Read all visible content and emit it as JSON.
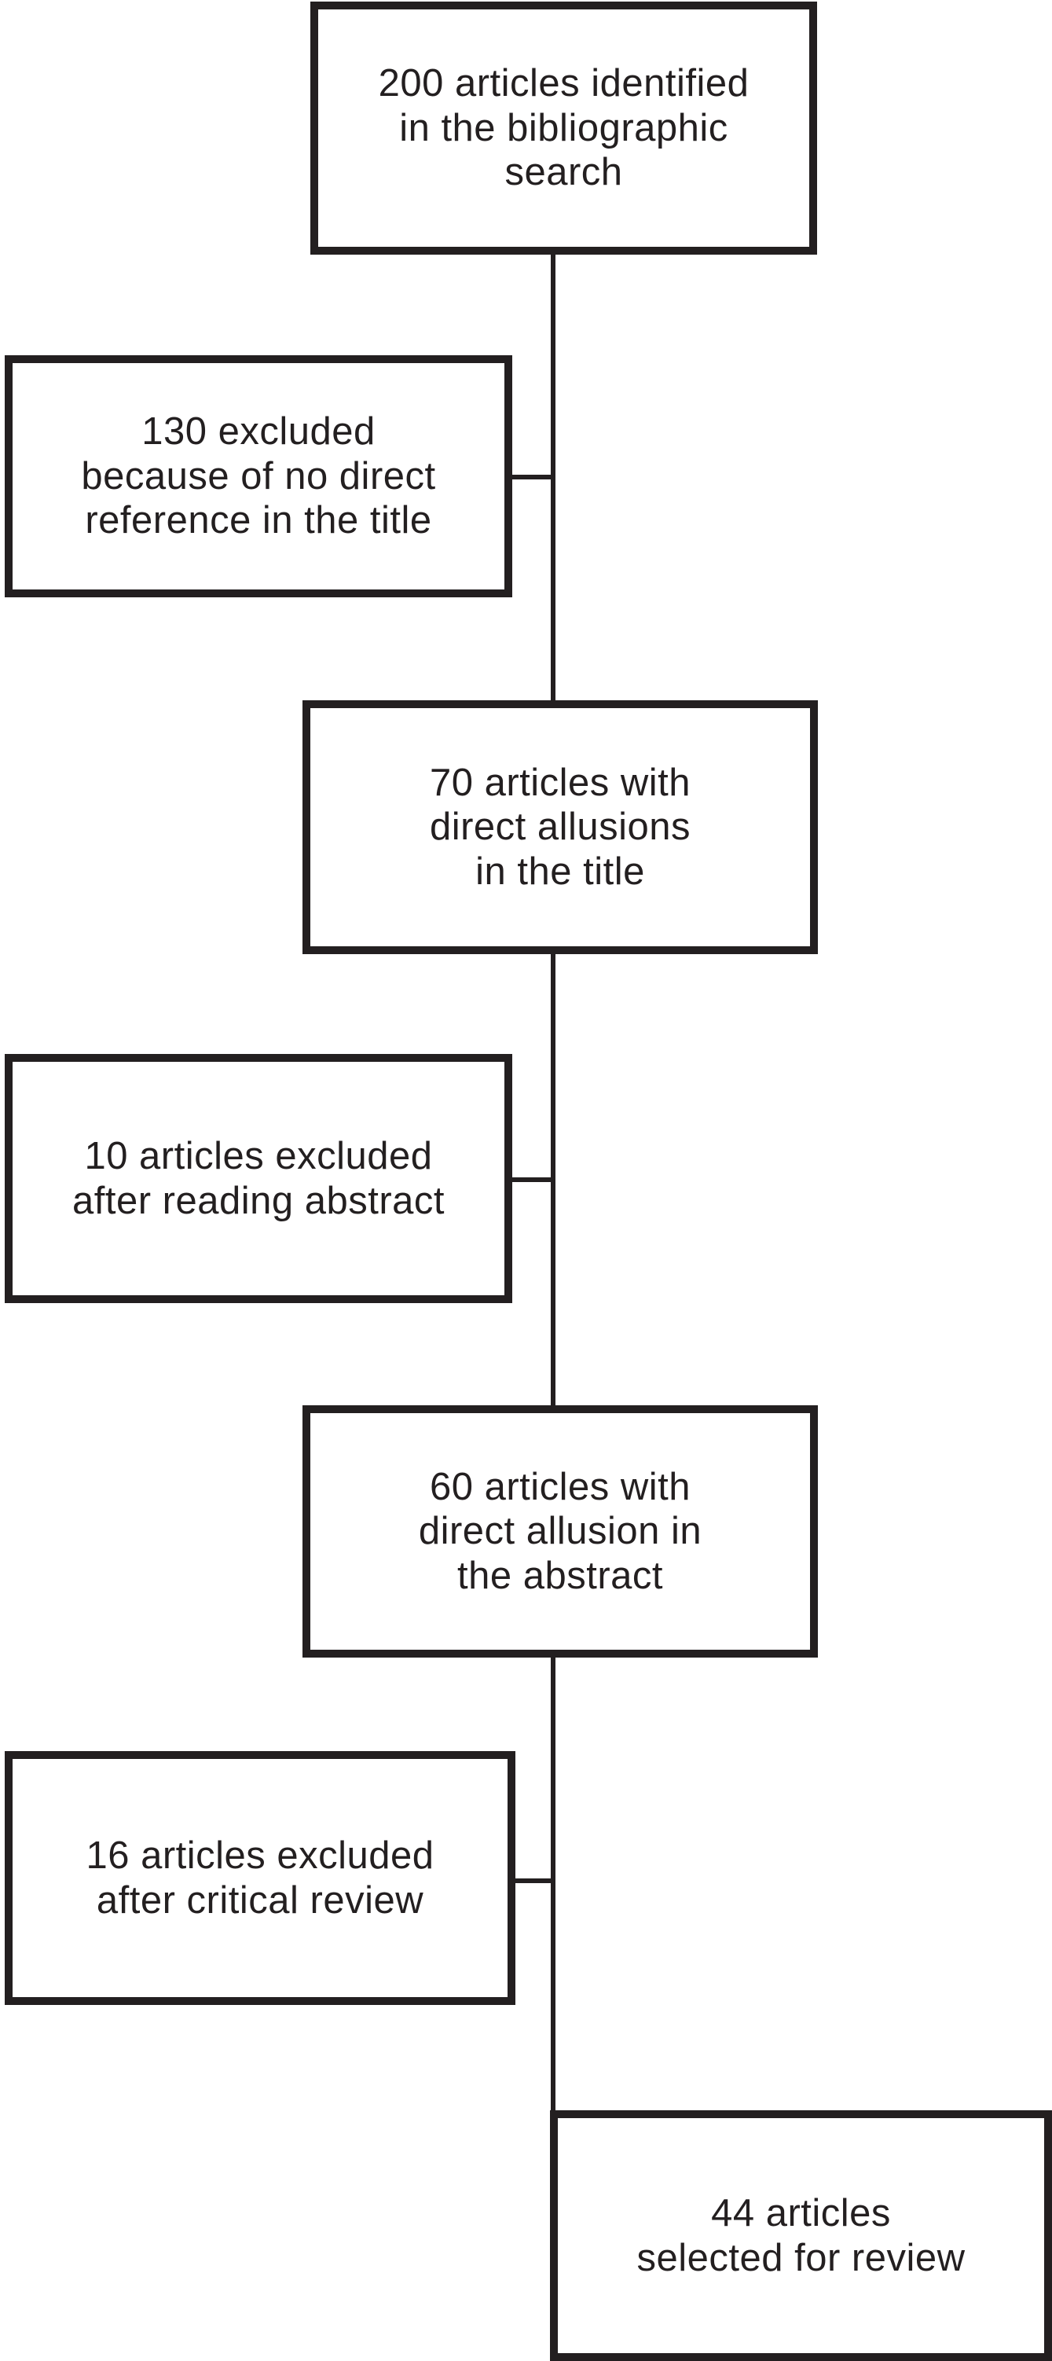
{
  "figure": {
    "type": "flowchart",
    "description": "Article selection flow diagram",
    "colors": {
      "background": "#ffffff",
      "line": "#231f20",
      "text": "#231f20"
    },
    "nodes": [
      {
        "id": "identified",
        "label": "200 articles identified\nin the bibliographic\nsearch"
      },
      {
        "id": "excluded-title",
        "label": "130 excluded\nbecause of no direct\nreference in the title"
      },
      {
        "id": "title-allusions",
        "label": "70 articles with\ndirect allusions\nin the title"
      },
      {
        "id": "excluded-abstract",
        "label": "10 articles excluded\nafter reading abstract"
      },
      {
        "id": "abstract-allusion",
        "label": "60 articles with\ndirect allusion in\nthe abstract"
      },
      {
        "id": "excluded-review",
        "label": "16 articles excluded\nafter critical review"
      },
      {
        "id": "selected",
        "label": "44 articles\nselected for review"
      }
    ]
  }
}
